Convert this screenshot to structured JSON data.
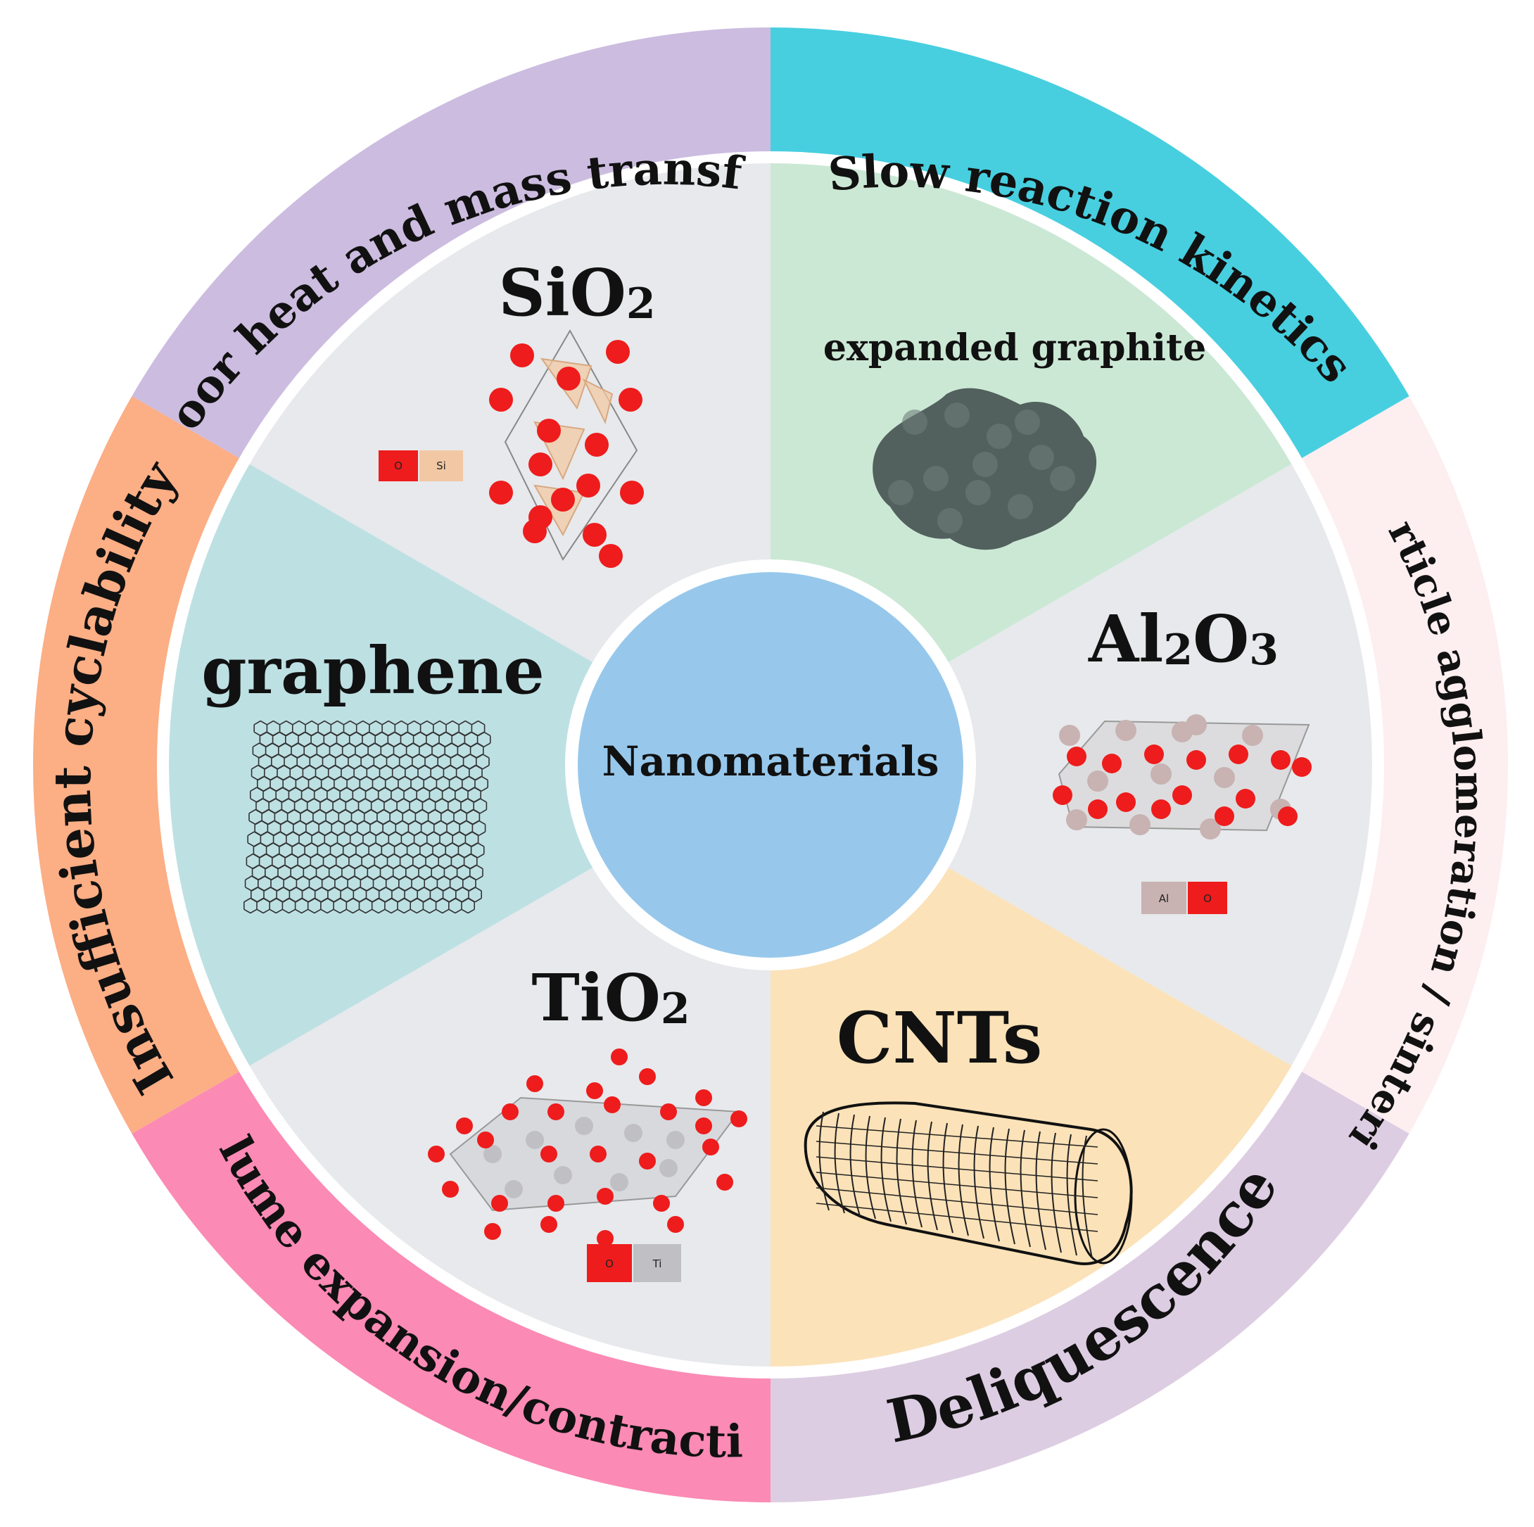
{
  "center": {
    "label": "Nanomaterials"
  },
  "ring_challenges": [
    {
      "text": "Poor heat and mass transfer",
      "color": "#ccbce0"
    },
    {
      "text": "Slow reaction kinetics",
      "color": "#47cfe0"
    },
    {
      "text": "Particle agglomeration / sintering",
      "color": "#fdeef0"
    },
    {
      "text": "Deliquescence",
      "color": "#ddcde2"
    },
    {
      "text": "Volume expansion/contraction",
      "color": "#fb8ab4"
    },
    {
      "text": "Insufficient  cyclability",
      "color": "#fcae85"
    }
  ],
  "materials": {
    "sio2": {
      "base": "SiO",
      "sub": "2",
      "legend": [
        "O",
        "Si"
      ],
      "sector_color": "#e7e9ec"
    },
    "expanded_graphite": {
      "label": "expanded graphite",
      "sector_color": "#cbe8d5"
    },
    "al2o3": {
      "part1": "Al",
      "sub1": "2",
      "part2": "O",
      "sub2": "3",
      "legend": [
        "Al",
        "O"
      ],
      "sector_color": "#e7e9ec"
    },
    "cnts": {
      "label": "CNTs",
      "sector_color": "#fbe2b8"
    },
    "tio2": {
      "base": "TiO",
      "sub": "2",
      "legend": [
        "O",
        "Ti"
      ],
      "sector_color": "#e7e9ec"
    },
    "graphene": {
      "label": "graphene",
      "sector_color": "#bde0e3"
    }
  },
  "colors": {
    "center_fill": "#97c8ec",
    "oxygen": "#ee1c1c",
    "silicon": "#f2c8a4",
    "aluminum": "#c8b2b2",
    "titanium": "#c0c0c4"
  }
}
